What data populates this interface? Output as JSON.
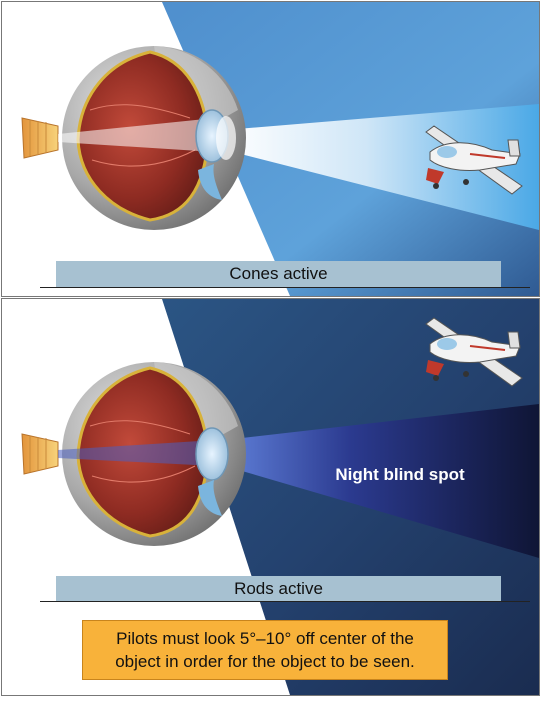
{
  "panels": {
    "top": {
      "label": "Cones active"
    },
    "bottom": {
      "label": "Rods active",
      "blind_spot_label": "Night blind spot"
    }
  },
  "note": {
    "line1": "Pilots must look 5°–10° off center of the",
    "line2": "object in order for the object to be seen."
  },
  "colors": {
    "day_sky": "#5b9dd6",
    "night_sky": "#1f3760",
    "night_beam": "#141b48",
    "label_bar": "#a7c1d1",
    "note_box": "#f8b23a"
  }
}
